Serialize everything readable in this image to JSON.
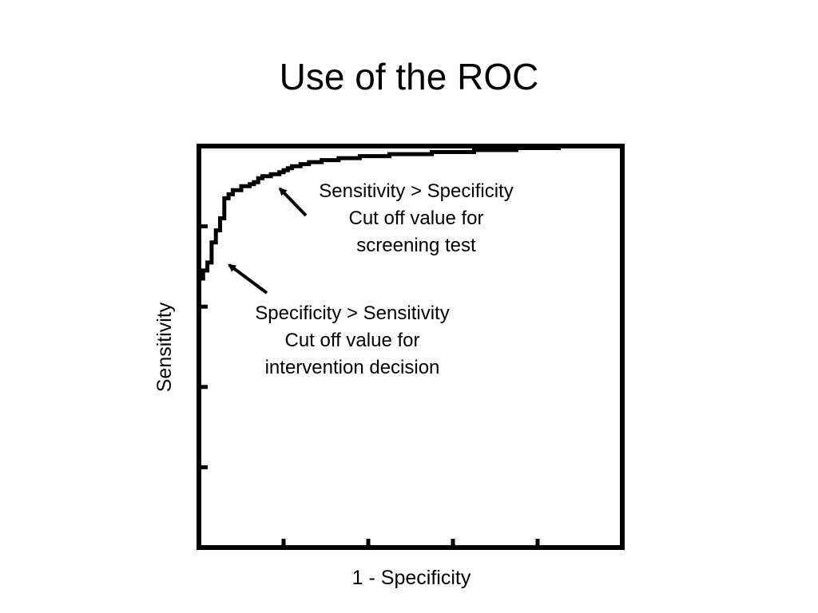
{
  "slide": {
    "title": "Use of the ROC"
  },
  "chart_data": {
    "type": "line",
    "title": "",
    "xlabel": "1 - Specificity",
    "ylabel": "Sensitivity",
    "xlim": [
      0,
      1
    ],
    "ylim": [
      0,
      1
    ],
    "x_ticks": [
      0.2,
      0.4,
      0.6,
      0.8
    ],
    "y_ticks": [
      0.2,
      0.4,
      0.6,
      0.8
    ],
    "grid": false,
    "series": [
      {
        "color": "#000000",
        "x": [
          0.0,
          0.0,
          0.01,
          0.02,
          0.02,
          0.03,
          0.03,
          0.04,
          0.04,
          0.05,
          0.06,
          0.06,
          0.07,
          0.08,
          0.1,
          0.12,
          0.13,
          0.14,
          0.15,
          0.17,
          0.19,
          0.2,
          0.21,
          0.22,
          0.24,
          0.26,
          0.29,
          0.33,
          0.38,
          0.45,
          0.55,
          0.65,
          0.74,
          0.75,
          0.85,
          0.95,
          1.0
        ],
        "y": [
          0.0,
          0.67,
          0.69,
          0.71,
          0.71,
          0.72,
          0.76,
          0.78,
          0.79,
          0.82,
          0.83,
          0.87,
          0.88,
          0.89,
          0.9,
          0.905,
          0.91,
          0.92,
          0.925,
          0.93,
          0.935,
          0.94,
          0.945,
          0.95,
          0.955,
          0.96,
          0.965,
          0.97,
          0.975,
          0.98,
          0.985,
          0.99,
          0.99,
          0.995,
          1.0,
          1.0,
          1.0
        ]
      }
    ],
    "annotations": [
      {
        "lines": [
          "Sensitivity > Specificity",
          "Cut off value for",
          "screening test"
        ],
        "points_to": [
          0.18,
          0.91
        ]
      },
      {
        "lines": [
          "Specificity > Sensitivity",
          "Cut off value for",
          "intervention decision"
        ],
        "points_to": [
          0.06,
          0.72
        ]
      }
    ]
  }
}
